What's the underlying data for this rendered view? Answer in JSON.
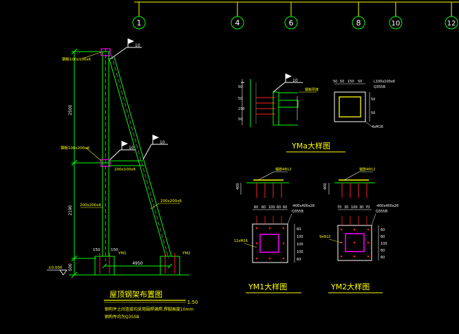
{
  "colors": {
    "background": "#000000",
    "structure": "#00ff00",
    "white": "#ffffff",
    "yellow": "#ffff00",
    "red": "#ff2222",
    "magenta": "#ff00ff",
    "gray": "#9a9a9a"
  },
  "grid_axes": [
    "1",
    "4",
    "6",
    "8",
    "10",
    "12"
  ],
  "elevation": {
    "left_dims": [
      "2500",
      "2190",
      "500"
    ],
    "weld_flags": [
      "10",
      "10",
      "10"
    ],
    "labels": {
      "top_plate": "钢板100x100x6",
      "mid_plate": "钢板100x200x6",
      "brace": "200x100x6",
      "column": "200x200x6",
      "diagonal": "200x200x6",
      "base_left_dim": "150",
      "base_mid_dim": "150",
      "base_right": "YM2",
      "base_left_tag": "YM1",
      "span_dim": "4950",
      "ground": "±0.000"
    },
    "title": "屋顶钢架布置图",
    "scale": "1:50",
    "notes": [
      "钢构件之间连接均采用围焊满焊,焊脚高度10mm",
      "钢构件均为Q355B"
    ]
  },
  "ymq": {
    "title": "YMa大样图",
    "weld_label": "10",
    "dims_left": [
      "50",
      "50",
      "150",
      "50"
    ],
    "note": "钢板厚度",
    "plate_top_dims": [
      "50",
      "50",
      "150",
      "50"
    ],
    "plate_label": "L100x100x6",
    "plate_grade": "Q355B",
    "plate_side_dims": [
      "50",
      "50"
    ],
    "bolt_label": "4xM16"
  },
  "ym1": {
    "title": "YM1大样图",
    "anchor_label": "锚筋4Φ12",
    "height_dim": "400",
    "dims_top": [
      "60",
      "60",
      "100",
      "60",
      "60"
    ],
    "plate_label": "-400x400x26",
    "plate_grade": "Q355B",
    "side_dims": [
      "60",
      "100",
      "100",
      "100",
      "60"
    ],
    "bolt_label": "12xM16"
  },
  "ym2": {
    "title": "YM2大样图",
    "anchor_label": "锚筋4Φ12",
    "height_dim": "400",
    "dims_top": [
      "70",
      "30",
      "100",
      "30",
      "70"
    ],
    "plate_label": "-400x400x26",
    "plate_grade": "Q355B",
    "side_dims": [
      "60",
      "60",
      "100",
      "60",
      "60"
    ],
    "bolt_label": "9xΦ22"
  }
}
